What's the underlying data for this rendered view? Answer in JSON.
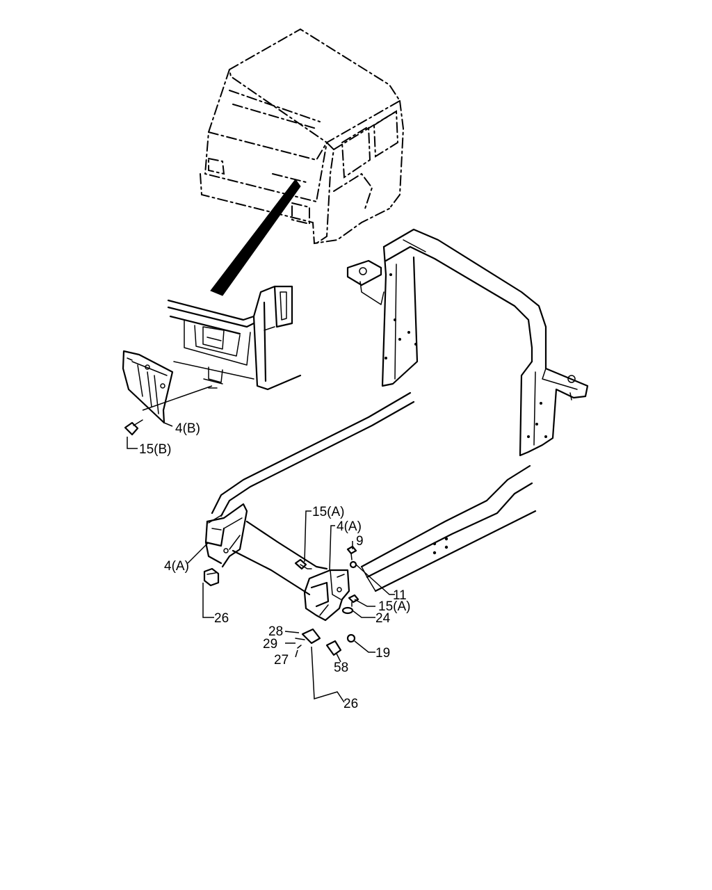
{
  "callouts": {
    "c_4b": "4(B)",
    "c_15b": "15(B)",
    "c_15a_top": "15(A)",
    "c_4a_right": "4(A)",
    "c_9": "9",
    "c_4a_left": "4(A)",
    "c_11": "11",
    "c_15a_mid": "15(A)",
    "c_24": "24",
    "c_26_left": "26",
    "c_28": "28",
    "c_29": "29",
    "c_27": "27",
    "c_19": "19",
    "c_58": "58",
    "c_26_bottom": "26"
  }
}
